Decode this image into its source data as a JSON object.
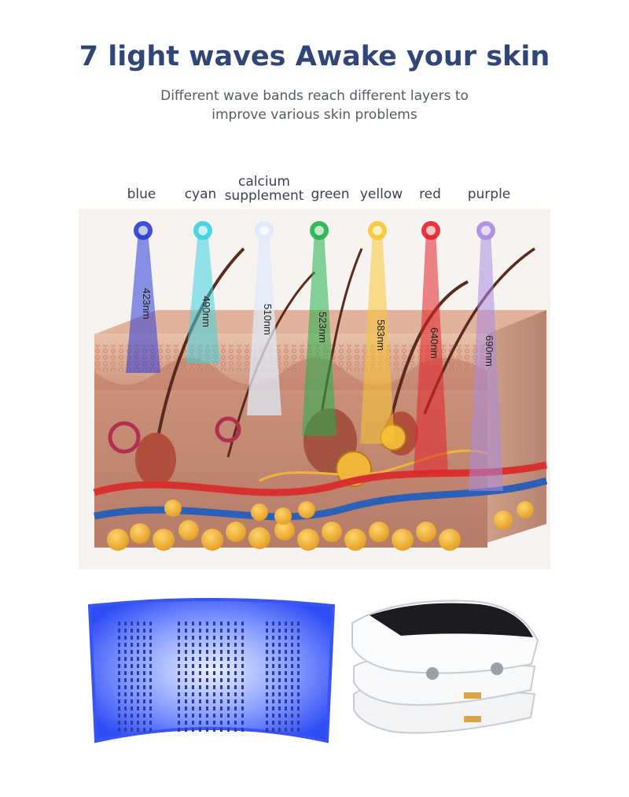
{
  "header": {
    "title": "7 light waves Awake your skin",
    "subtitle_line1": "Different wave bands reach different layers to",
    "subtitle_line2": "improve various skin problems"
  },
  "waves": [
    {
      "label": "blue",
      "nm": "423nm",
      "color": "#2b3bd8"
    },
    {
      "label": "cyan",
      "nm": "490nm",
      "color": "#3fd2e0"
    },
    {
      "label": "calcium supplement",
      "label_line1": "calcium",
      "label_line2": "supplement",
      "nm": "510nm",
      "color": "#dfe9f8"
    },
    {
      "label": "green",
      "nm": "523nm",
      "color": "#22b14c"
    },
    {
      "label": "yellow",
      "nm": "583nm",
      "color": "#f7c531"
    },
    {
      "label": "red",
      "nm": "640nm",
      "color": "#e3222a"
    },
    {
      "label": "purple",
      "nm": "690nm",
      "color": "#a98be0"
    }
  ],
  "colors": {
    "title": "#2f4676",
    "skin": "#c9927c",
    "fat": "#f0b43a",
    "artery": "#d8302e",
    "vein": "#2c5fb8",
    "device_glow": "#2e4df5"
  }
}
